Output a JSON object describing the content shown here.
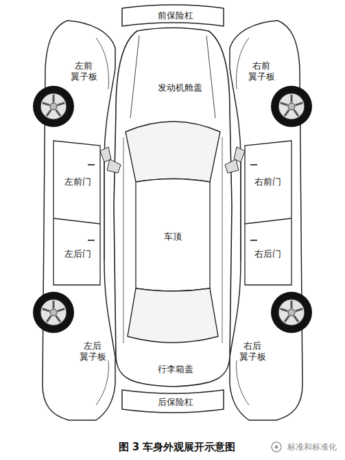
{
  "diagram": {
    "caption": "图 3 车身外观展开示意图",
    "labels": [
      "前保险杠",
      "左前 翼子板",
      "发动机舱盖",
      "右前 翼子板",
      "左前门",
      "右前门",
      "车顶",
      "左后门",
      "右后门",
      "左后 翼子板",
      "行李箱盖",
      "右后 翼子板",
      "后保险杠",
      "标准和标准化"
    ]
  }
}
